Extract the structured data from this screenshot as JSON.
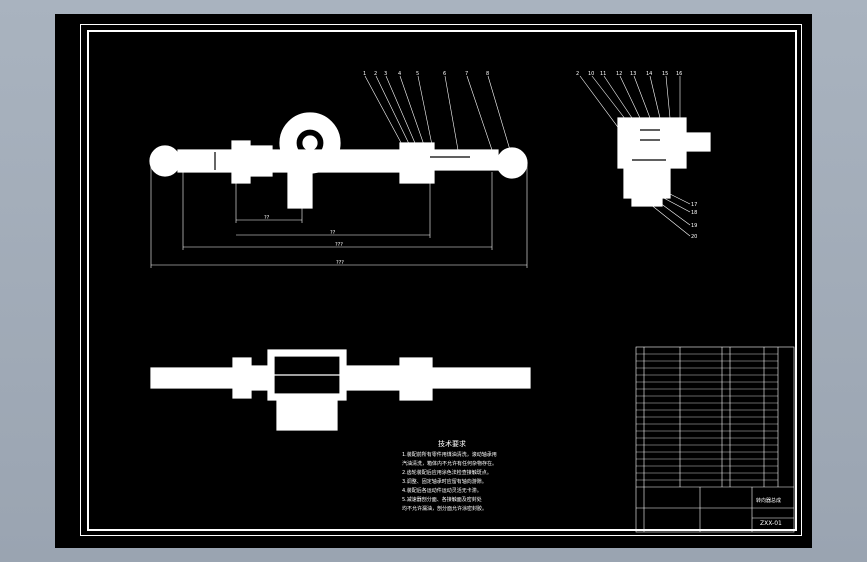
{
  "drawing": {
    "dimensions": {
      "d1": "??",
      "d2": "??",
      "d3": "???",
      "d4": "???"
    },
    "balloons_top": [
      "1",
      "2",
      "3",
      "4",
      "5",
      "6",
      "7",
      "8"
    ],
    "balloons_side_top": [
      "2",
      "10",
      "11",
      "12",
      "13",
      "14",
      "15",
      "16"
    ],
    "balloons_side_right": [
      "17",
      "18",
      "19",
      "20"
    ],
    "technical_requirements": {
      "title": "技术要求",
      "lines": [
        "1.装配前所有零件用煤油清洗，滚动轴承用",
        "汽油清洗，箱体内不允许有任何杂物存在。",
        "2.齿轮装配后应用涂色法检查接触斑点。",
        "3.调整、固定轴承时应留有轴向游隙。",
        "4.装配后各运动件运动灵活无卡滞。",
        "5.减速器剖分面、各接触面及密封处",
        "均不允许漏油，剖分面允许涂密封胶。"
      ]
    },
    "title_block": {
      "name": "转向器总成",
      "drawing_number": "ZXX-01"
    }
  }
}
